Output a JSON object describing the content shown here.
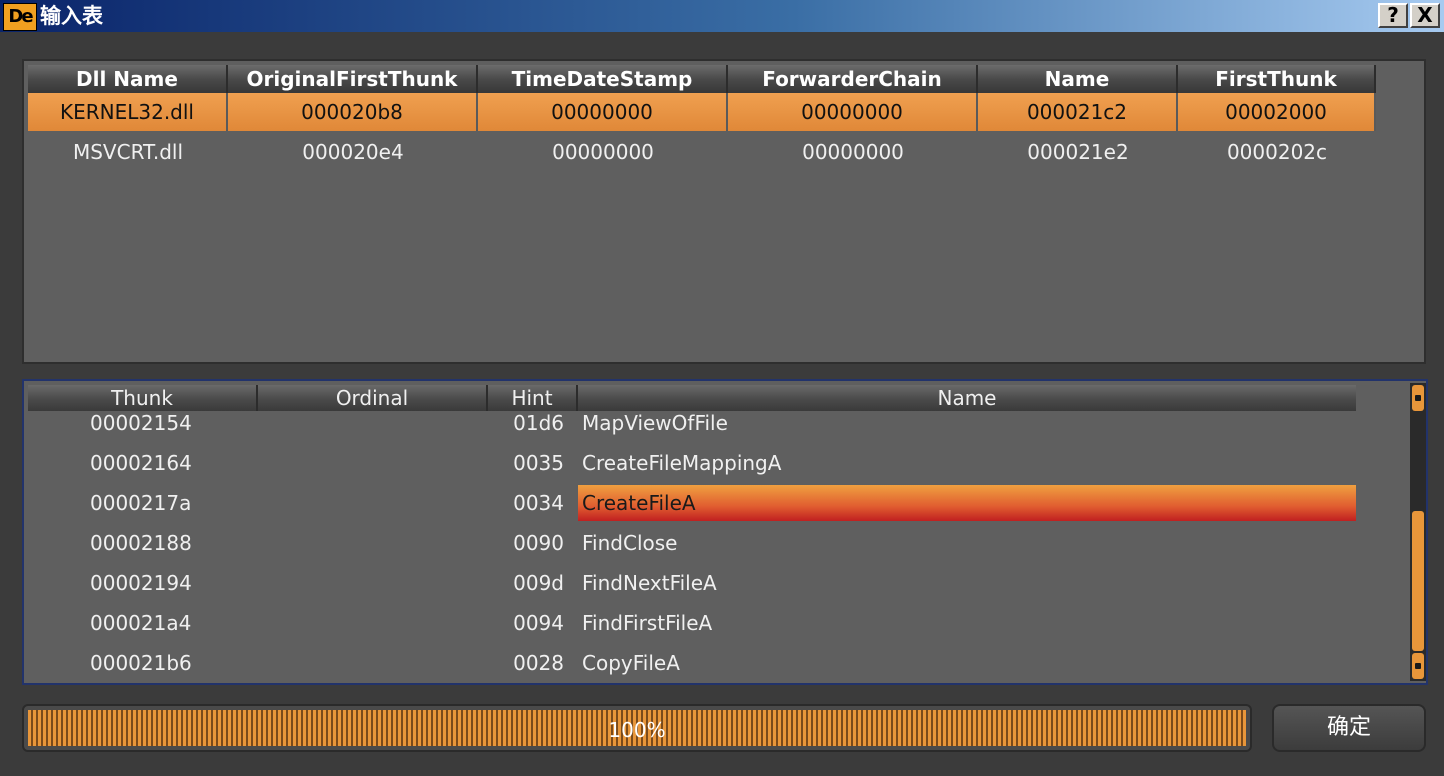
{
  "window": {
    "icon_text": "De",
    "title": "输入表",
    "help_label": "?",
    "close_label": "X"
  },
  "dll_table": {
    "columns": [
      "Dll Name",
      "OriginalFirstThunk",
      "TimeDateStamp",
      "ForwarderChain",
      "Name",
      "FirstThunk"
    ],
    "rows": [
      [
        "KERNEL32.dll",
        "000020b8",
        "00000000",
        "00000000",
        "000021c2",
        "00002000"
      ],
      [
        "MSVCRT.dll",
        "000020e4",
        "00000000",
        "00000000",
        "000021e2",
        "0000202c"
      ]
    ],
    "selected_row": 0
  },
  "func_list": {
    "columns": [
      "Thunk",
      "Ordinal",
      "Hint",
      "Name"
    ],
    "rows": [
      {
        "thunk": "00002154",
        "ordinal": "",
        "hint": "01d6",
        "name": "MapViewOfFile"
      },
      {
        "thunk": "00002164",
        "ordinal": "",
        "hint": "0035",
        "name": "CreateFileMappingA"
      },
      {
        "thunk": "0000217a",
        "ordinal": "",
        "hint": "0034",
        "name": "CreateFileA"
      },
      {
        "thunk": "00002188",
        "ordinal": "",
        "hint": "0090",
        "name": "FindClose"
      },
      {
        "thunk": "00002194",
        "ordinal": "",
        "hint": "009d",
        "name": "FindNextFileA"
      },
      {
        "thunk": "000021a4",
        "ordinal": "",
        "hint": "0094",
        "name": "FindFirstFileA"
      },
      {
        "thunk": "000021b6",
        "ordinal": "",
        "hint": "0028",
        "name": "CopyFileA"
      }
    ],
    "selected_row": 2
  },
  "progress": {
    "value": 1.0,
    "label": "100%"
  },
  "ok_button": {
    "label": "确定"
  },
  "colors": {
    "accent": "#e8963a",
    "selection_red": "#c02020",
    "panel_bg": "#5f5f5f"
  }
}
